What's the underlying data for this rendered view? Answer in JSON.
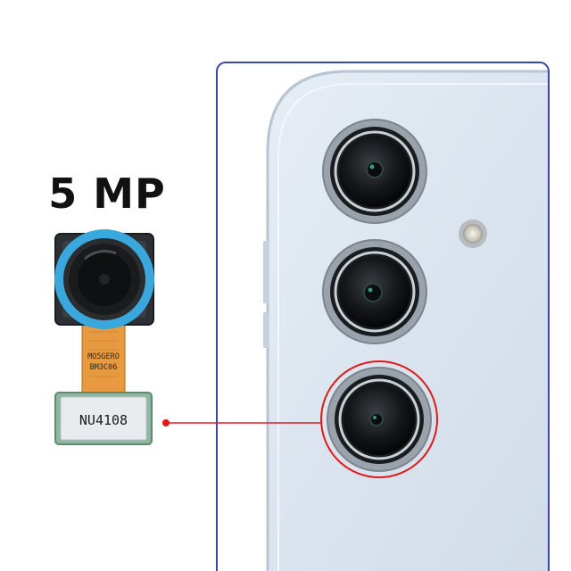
{
  "product": {
    "resolution_label": "5 MP",
    "module_marking_line1": "MO5GERO",
    "module_marking_line2": "BM3C06",
    "sticker_code": "NU4108"
  },
  "colors": {
    "frame_outline": "#3848a8",
    "highlight_ring": "#e01a1a",
    "module_ring": "#3aa8dc",
    "flex_cable": "#e89a40",
    "phone_body": "#dbe5ef"
  },
  "icons": [
    "camera-module",
    "camera-lens",
    "flash-led",
    "pointer-line"
  ]
}
